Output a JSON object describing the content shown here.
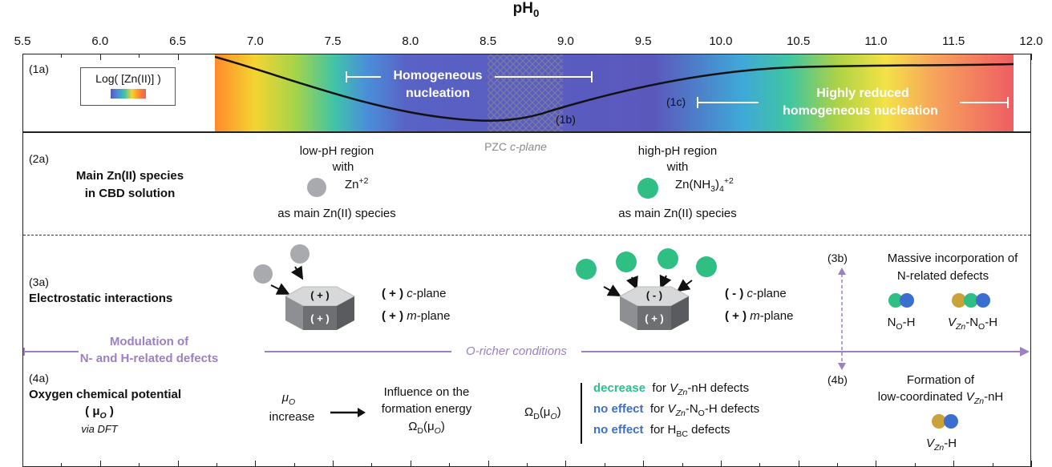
{
  "axis": {
    "title": "pH",
    "title_sub": "0",
    "ticks": [
      "5.5",
      "6.0",
      "6.5",
      "7.0",
      "7.5",
      "8.0",
      "8.5",
      "9.0",
      "9.5",
      "10.0",
      "10.5",
      "11.0",
      "11.5",
      "12.0"
    ]
  },
  "row1": {
    "label": "(1a)",
    "legend_label": "Log( [Zn(II)] )",
    "homogeneous_line1": "Homogeneous",
    "homogeneous_line2": "nucleation",
    "label_1b": "(1b)",
    "label_1c": "(1c)",
    "reduced_line1": "Highly reduced",
    "reduced_line2": "homogeneous nucleation",
    "pzc_prefix": "PZC",
    "pzc_italic": "c-plane"
  },
  "row2": {
    "label": "(2a)",
    "title_line1": "Main Zn(II) species",
    "title_line2": "in CBD solution",
    "low_line1": "low-pH region",
    "low_line2": "with",
    "low_species": "Zn",
    "low_species_sup": "+2",
    "low_line4": "as main Zn(II) species",
    "high_line1": "high-pH region",
    "high_line2": "with",
    "high_species_a": "Zn(NH",
    "high_species_sub": "3",
    "high_species_b": ")",
    "high_species_sub2": "4",
    "high_species_sup": "+2",
    "high_line4": "as main Zn(II) species"
  },
  "row3": {
    "label": "(3a)",
    "title": "Electrostatic interactions",
    "low_top_charge": "( + )",
    "low_bottom_charge": "( + )",
    "low_cplane_charge": "( + )",
    "cplane_italic": "c",
    "plane_word": "-plane",
    "low_mplane_charge": "( + )",
    "mplane_italic": "m",
    "high_top_charge": "( - )",
    "high_bottom_charge": "( + )",
    "high_cplane_charge": "( - )",
    "high_mplane_charge": "( + )",
    "label_3b": "(3b)",
    "massive_line1": "Massive incorporation of",
    "massive_line2": "N-related defects",
    "no_h_a": "N",
    "no_h_sub": "O",
    "no_h_b": "-H",
    "vzn_no_h_v": "V",
    "vzn_no_h_sub": "Zn",
    "vzn_no_h_b": "-N",
    "vzn_no_h_sub2": "O",
    "vzn_no_h_c": "-H"
  },
  "modulation": {
    "line1": "Modulation of",
    "line2": "N- and H-related defects",
    "orich": "O-richer conditions"
  },
  "row4": {
    "label": "(4a)",
    "title_line1": "Oxygen chemical potential",
    "title_mu": "( μ",
    "title_mu_sub": "O",
    "title_mu_close": " )",
    "via": "via DFT",
    "mu": "μ",
    "mu_sub": "O",
    "increase": "increase",
    "infl_line1": "Influence on the",
    "infl_line2": "formation energy",
    "omega": "Ω",
    "omega_sub": "D",
    "omega_arg": "(μ",
    "omega_arg_sub": "O",
    "omega_arg_close": ")",
    "effect1_word": "decrease",
    "effect1_for": "for ",
    "effect1_v": "V",
    "effect1_vsub": "Zn",
    "effect1_rest": "-nH defects",
    "effect2_word": "no effect",
    "effect2_rest_a": "-N",
    "effect2_rest_sub": "O",
    "effect2_rest_b": "-H defects",
    "effect3_word": "no effect",
    "effect3_for": "for H",
    "effect3_sub": "BC",
    "effect3_rest": " defects",
    "label_4b": "(4b)",
    "formation_line1": "Formation of",
    "formation_line2a": "low-coordinated ",
    "formation_v": "V",
    "formation_vsub": "Zn",
    "formation_line2b": "-nH",
    "vzn_h_v": "V",
    "vzn_h_sub": "Zn",
    "vzn_h_b": "-H"
  },
  "colors": {
    "purple": "#9c7fc4",
    "green": "#2fbf84",
    "blue": "#3b6fcf",
    "grey": "#a9aaad",
    "gold": "#c9a23a"
  }
}
